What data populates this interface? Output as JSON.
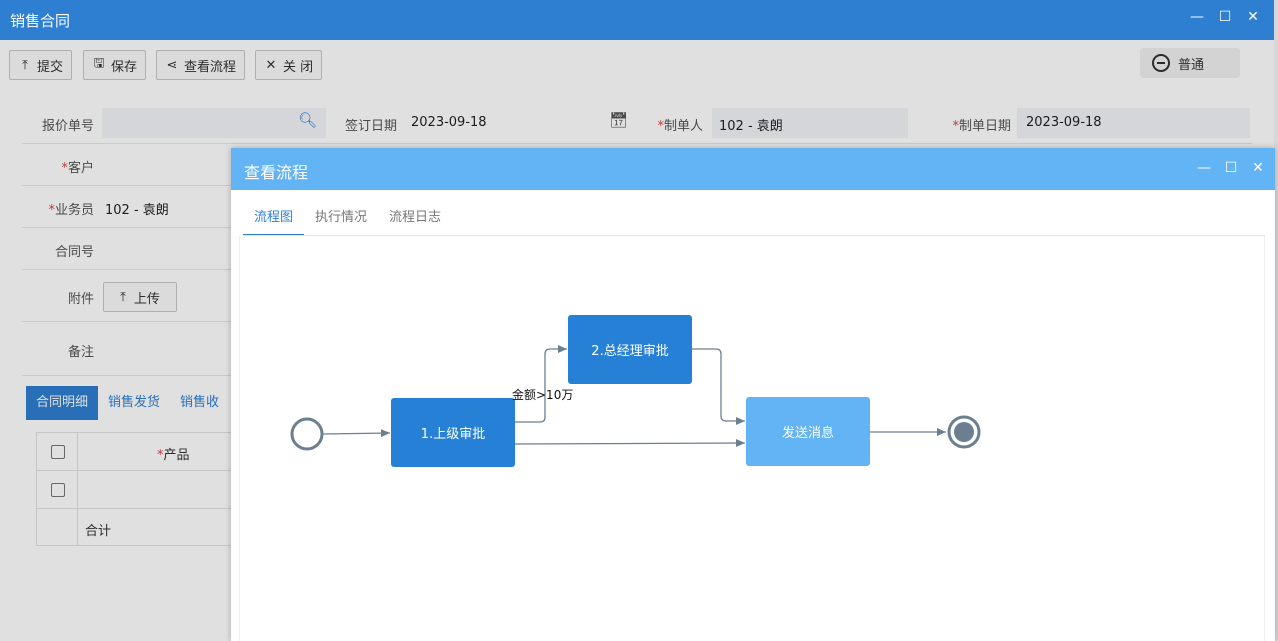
{
  "window": {
    "title": "销售合同",
    "controls": [
      "—",
      "☐",
      "✕"
    ]
  },
  "toolbar": {
    "buttons": [
      {
        "icon": "⤒",
        "label": "提交"
      },
      {
        "icon": "🖫",
        "label": "保存"
      },
      {
        "icon": "⋖",
        "label": "查看流程"
      },
      {
        "icon": "✕",
        "label": "关 闭"
      }
    ],
    "level_label": "普通"
  },
  "form": {
    "quote_no_label": "报价单号",
    "sign_date_label": "签订日期",
    "sign_date_value": "2023-09-18",
    "maker_label": "制单人",
    "maker_value": "102 - 袁朗",
    "make_date_label": "制单日期",
    "make_date_value": "2023-09-18",
    "customer_label": "客户",
    "salesman_label": "业务员",
    "salesman_value": "102 - 袁朗",
    "contract_no_label": "合同号",
    "attachment_label": "附件",
    "upload_label": "上传",
    "remark_label": "备注",
    "required_mark": "*"
  },
  "subtabs": [
    "合同明细",
    "销售发货",
    "销售收"
  ],
  "grid": {
    "product_header": "产品",
    "total_label": "合计"
  },
  "dialog": {
    "title": "查看流程",
    "controls": [
      "—",
      "☐",
      "✕"
    ],
    "tabs": [
      "流程图",
      "执行情况",
      "流程日志"
    ]
  },
  "flow": {
    "nodes": [
      {
        "id": "approve1",
        "label": "1.上级审批",
        "style": "dark"
      },
      {
        "id": "approve2",
        "label": "2.总经理审批",
        "style": "dark"
      },
      {
        "id": "notify",
        "label": "发送消息",
        "style": "light"
      }
    ],
    "condition_label": "金额>10万"
  },
  "colors": {
    "primary": "#2e7fd1",
    "dialog_header": "#62b4f5",
    "node_dark": "#2680d6",
    "node_light": "#62b4f5",
    "edge": "#6b7f91"
  }
}
